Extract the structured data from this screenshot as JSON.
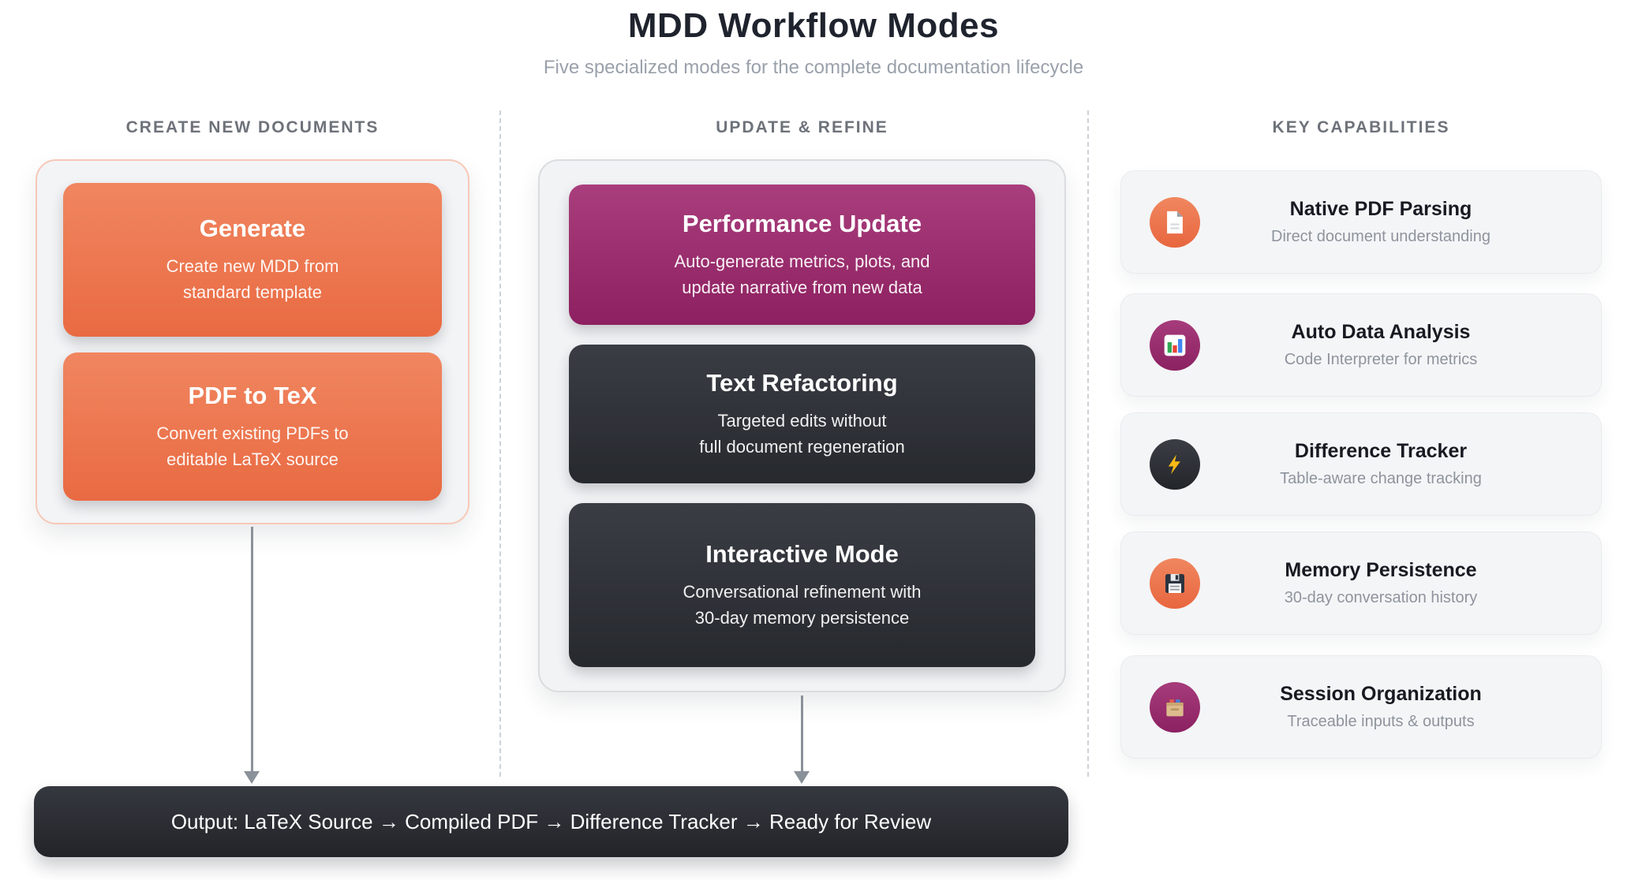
{
  "header": {
    "title": "MDD Workflow Modes",
    "subtitle": "Five specialized modes for the complete documentation lifecycle"
  },
  "columns": {
    "create": {
      "header": "CREATE NEW DOCUMENTS",
      "cards": [
        {
          "title": "Generate",
          "sub": "Create new MDD from\nstandard template"
        },
        {
          "title": "PDF to TeX",
          "sub": "Convert existing PDFs to\neditable LaTeX source"
        }
      ]
    },
    "update": {
      "header": "UPDATE & REFINE",
      "cards": [
        {
          "title": "Performance Update",
          "sub": "Auto-generate metrics, plots, and\nupdate narrative from new data"
        },
        {
          "title": "Text Refactoring",
          "sub": "Targeted edits without\nfull document regeneration"
        },
        {
          "title": "Interactive Mode",
          "sub": "Conversational refinement with\n30-day memory persistence"
        }
      ]
    },
    "capabilities": {
      "header": "KEY CAPABILITIES",
      "items": [
        {
          "icon": "document-icon",
          "title": "Native PDF Parsing",
          "sub": "Direct document understanding"
        },
        {
          "icon": "bar-chart-icon",
          "title": "Auto Data Analysis",
          "sub": "Code Interpreter for metrics"
        },
        {
          "icon": "lightning-icon",
          "title": "Difference Tracker",
          "sub": "Table-aware change tracking"
        },
        {
          "icon": "floppy-disk-icon",
          "title": "Memory Persistence",
          "sub": "30-day conversation history"
        },
        {
          "icon": "card-box-icon",
          "title": "Session Organization",
          "sub": "Traceable inputs & outputs"
        }
      ]
    }
  },
  "output_bar": {
    "text": "Output: LaTeX Source → Compiled PDF → Difference Tracker → Ready for Review"
  },
  "colors": {
    "orange": "#ED6B45",
    "magenta": "#97266D",
    "dark": "#2B2E33",
    "panel_bg": "#F3F4F6",
    "peach_border": "#F7C8B7",
    "arrow_gray": "#8B9199"
  }
}
